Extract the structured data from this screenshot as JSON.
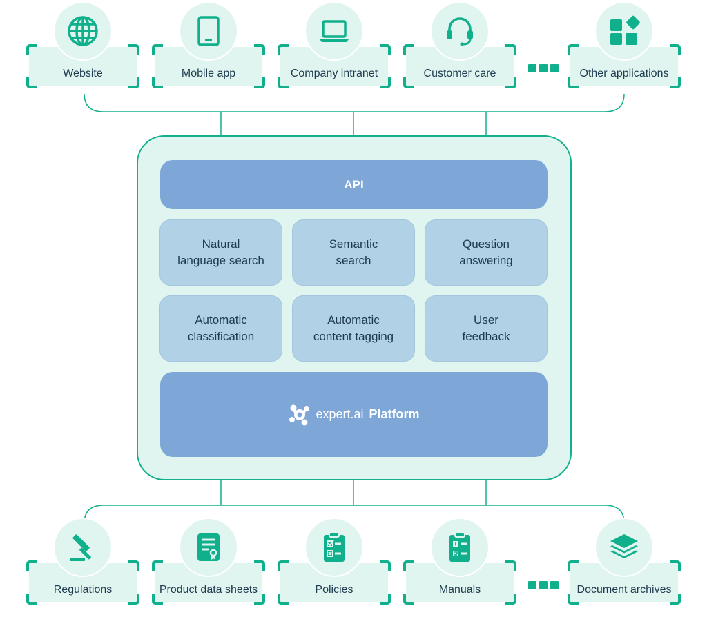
{
  "top_row": {
    "items": [
      {
        "label": "Website",
        "icon": "globe-icon"
      },
      {
        "label": "Mobile app",
        "icon": "tablet-icon"
      },
      {
        "label": "Company intranet",
        "icon": "laptop-icon"
      },
      {
        "label": "Customer care",
        "icon": "headset-icon"
      },
      {
        "label": "Other applications",
        "icon": "apps-grid-icon"
      }
    ]
  },
  "core": {
    "api_label": "API",
    "features": [
      {
        "line1": "Natural",
        "line2": "language search"
      },
      {
        "line1": "Semantic",
        "line2": "search"
      },
      {
        "line1": "Question",
        "line2": "answering"
      },
      {
        "line1": "Automatic",
        "line2": "classification"
      },
      {
        "line1": "Automatic",
        "line2": "content tagging"
      },
      {
        "line1": "User",
        "line2": "feedback"
      }
    ],
    "platform": {
      "brand": "expert.ai",
      "product": "Platform",
      "icon": "expert-ai-logo-icon"
    }
  },
  "bottom_row": {
    "items": [
      {
        "label": "Regulations",
        "icon": "gavel-icon"
      },
      {
        "label": "Product data sheets",
        "icon": "document-certificate-icon"
      },
      {
        "label": "Policies",
        "icon": "clipboard-checklist-icon"
      },
      {
        "label": "Manuals",
        "icon": "clipboard-numbered-icon"
      },
      {
        "label": "Document archives",
        "icon": "layers-icon"
      }
    ]
  },
  "colors": {
    "accent": "#11b08c",
    "card_fill": "#e0f5ef",
    "api_bar": "#7ea7d8",
    "feature_fill": "#b1d1e6",
    "text": "#1e3a4f"
  }
}
